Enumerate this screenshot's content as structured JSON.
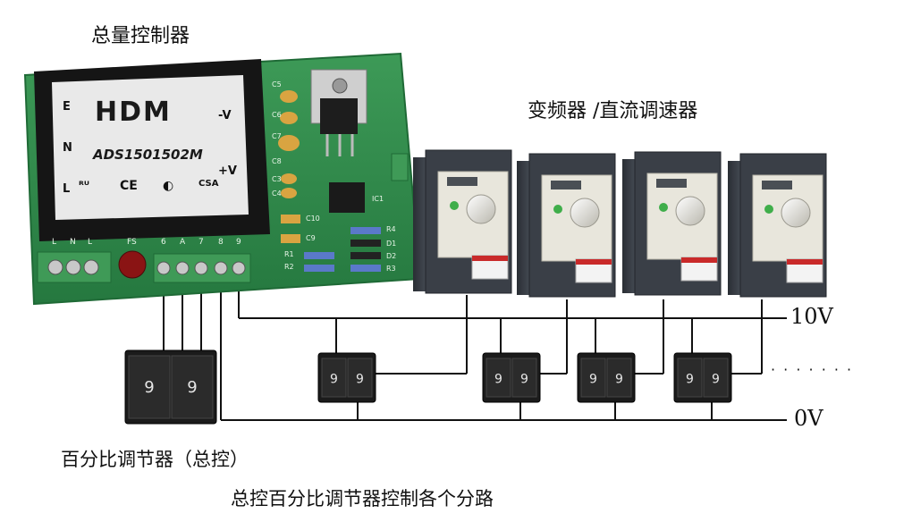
{
  "labels": {
    "controller": "总量控制器",
    "drives": "变频器 /直流调速器",
    "percent_adjuster": "百分比调节器（总控）",
    "caption": "总控百分比调节器控制各个分路",
    "v10": "10V",
    "v0": "0V",
    "ellipsis": "· · · · · · ·"
  },
  "controller_board": {
    "brand": "HDM",
    "model": "ADS1501502M",
    "side_labels": [
      "E",
      "N",
      "L"
    ],
    "output_labels": [
      "-V",
      "+V"
    ],
    "module_marks": [
      "ᴿᵁ",
      "CE",
      "◐",
      "CSA"
    ],
    "terminals": [
      "L",
      "N",
      "L",
      "FS",
      "6",
      "A",
      "7",
      "8",
      "9"
    ],
    "components": [
      "C5",
      "C6",
      "C7",
      "C8",
      "C3",
      "C4",
      "C10",
      "C9",
      "R1",
      "R2",
      "R4",
      "D1",
      "D2",
      "R3",
      "IC1"
    ]
  },
  "adjuster_digits": [
    "9",
    "9"
  ],
  "colors": {
    "board": "#2f8a4a",
    "board_dark": "#1f6a36",
    "module": "#1a1a1a",
    "label_card": "#e9e9e9",
    "drive_body": "#3a3f47",
    "drive_face": "#e8e6dc",
    "wire": "#111111"
  }
}
